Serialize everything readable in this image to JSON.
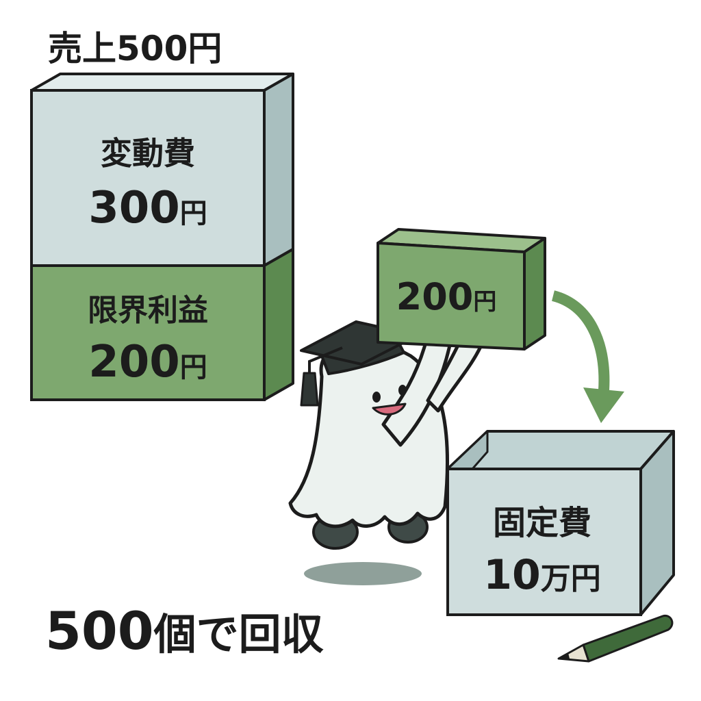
{
  "title": "売上500円",
  "stack": {
    "variable_cost": {
      "label": "変動費",
      "value": "300",
      "unit": "円"
    },
    "marginal_profit": {
      "label": "限界利益",
      "value": "200",
      "unit": "円"
    }
  },
  "lifted_block": {
    "value": "200",
    "unit": "円"
  },
  "fixed_cost_box": {
    "label": "固定費",
    "value": "10",
    "unit": "万円"
  },
  "conclusion": {
    "count": "500",
    "text": "個で回収"
  },
  "colors": {
    "pale_face": "#cfdddd",
    "pale_side": "#a9bfbf",
    "pale_top": "#e2ecec",
    "green_face": "#7ea86f",
    "green_side": "#5c8a50",
    "green_top": "#9cc08c",
    "outline": "#1c1c1c",
    "arrow": "#6a9a5c"
  }
}
